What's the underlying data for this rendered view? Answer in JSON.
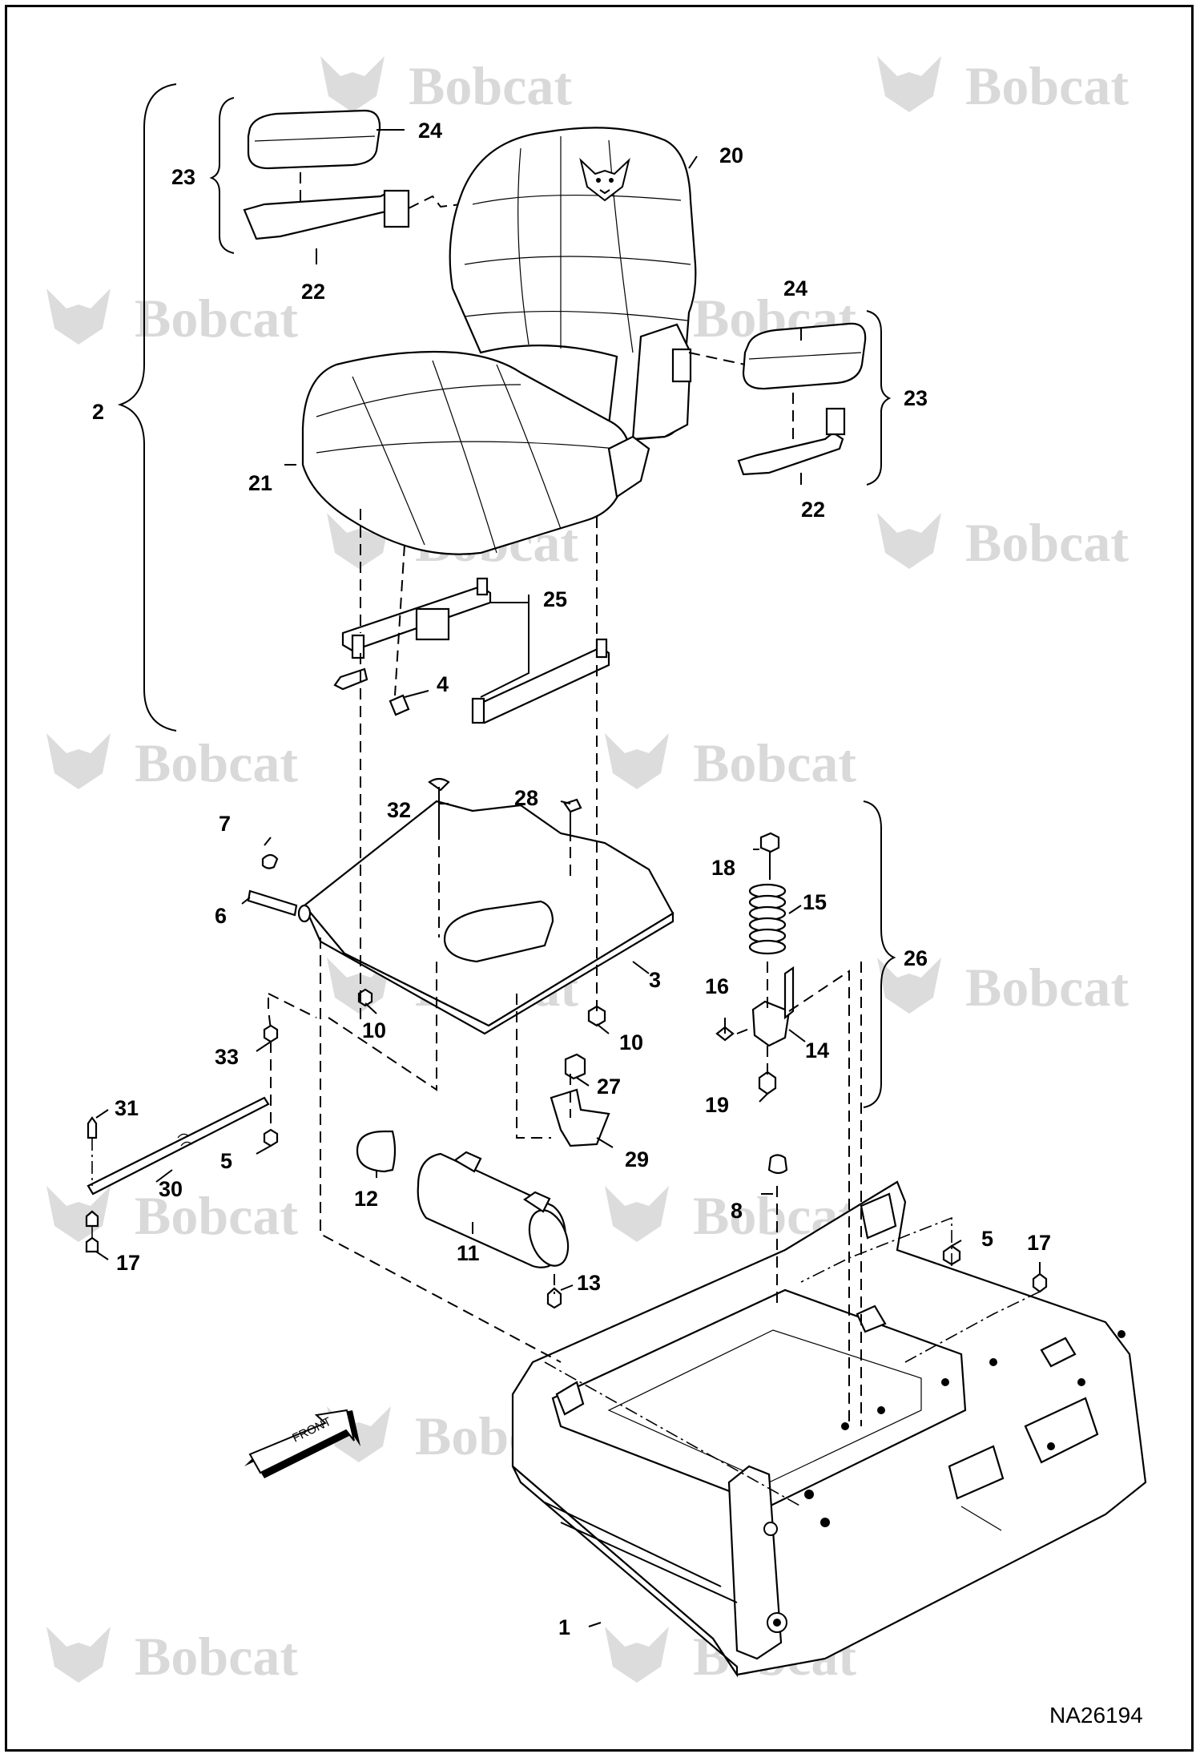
{
  "drawing": {
    "reference_id": "NA26194",
    "brand_watermark": "Bobcat",
    "front_label": "FRONT",
    "callouts": [
      "1",
      "2",
      "3",
      "4",
      "5",
      "6",
      "7",
      "8",
      "10",
      "11",
      "12",
      "13",
      "14",
      "15",
      "16",
      "17",
      "18",
      "19",
      "20",
      "21",
      "22",
      "23",
      "24",
      "25",
      "26",
      "27",
      "28",
      "29",
      "30",
      "31",
      "32",
      "33"
    ]
  }
}
